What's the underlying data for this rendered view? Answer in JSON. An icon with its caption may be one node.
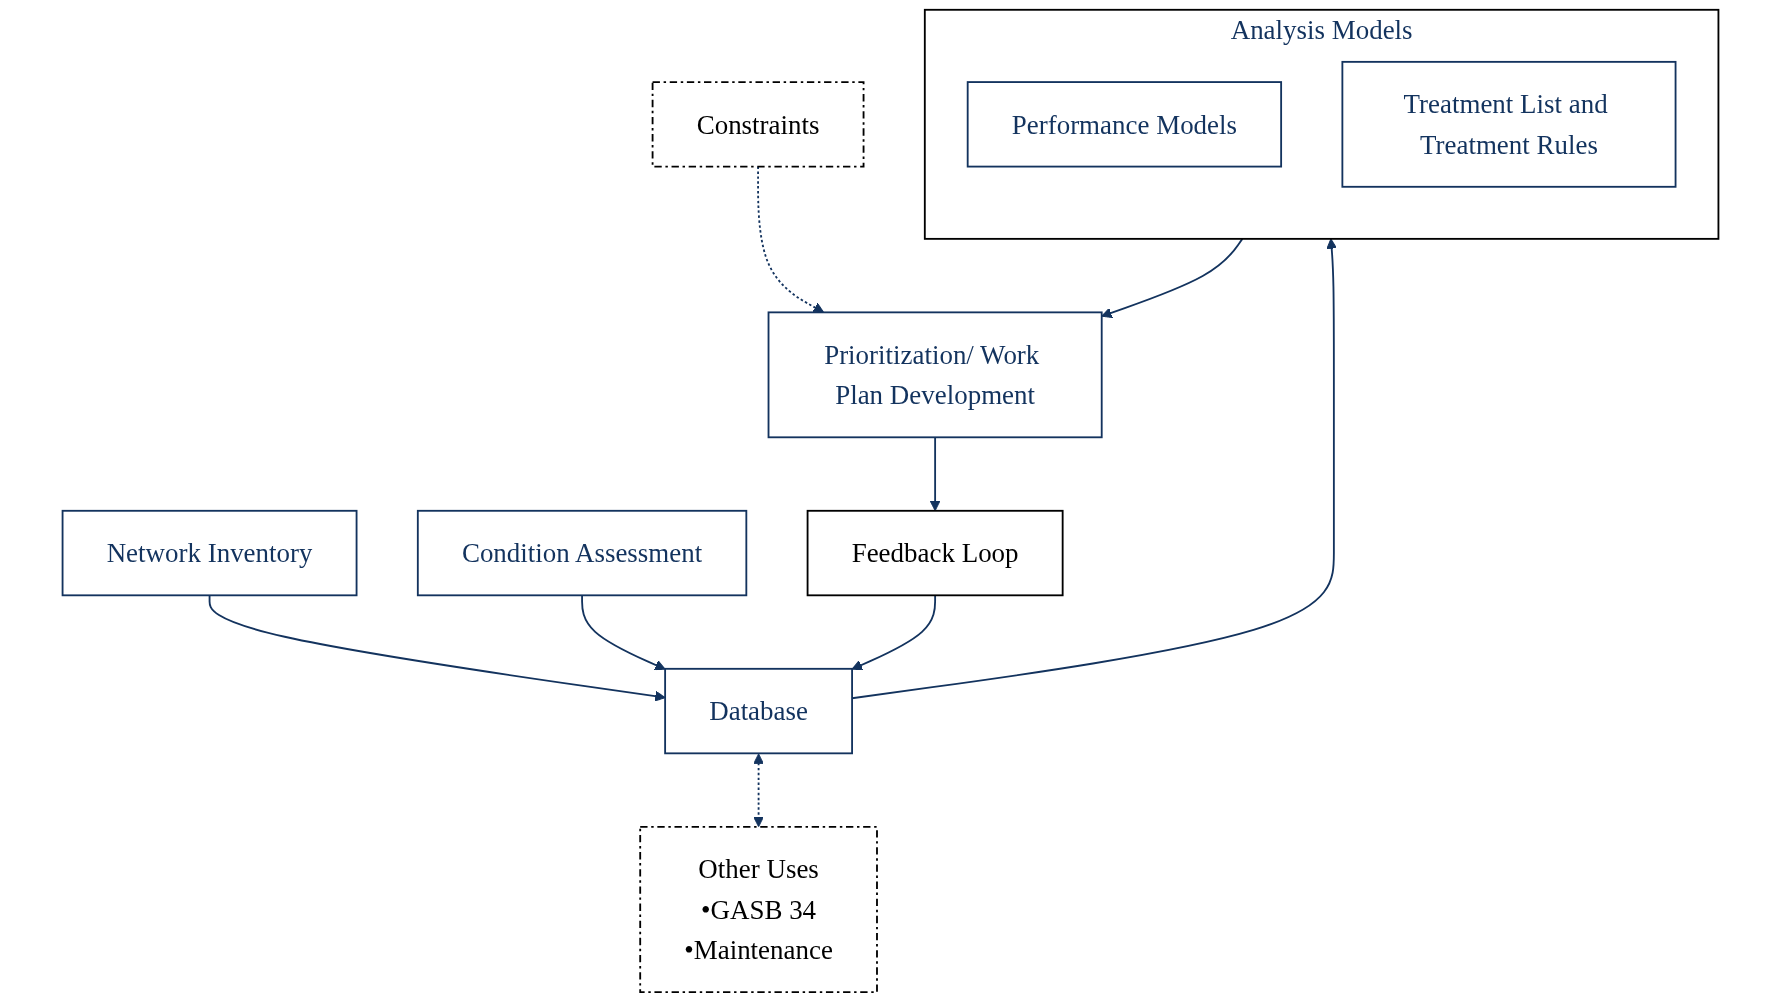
{
  "diagram": {
    "nodes": [
      {
        "text": [
          "Network Inventory"
        ]
      },
      {
        "text": [
          "Condition Assessment"
        ]
      },
      {
        "text": [
          "Database"
        ]
      },
      {
        "text": [
          "Other Uses",
          "•GASB 34",
          "•Maintenance"
        ]
      },
      {
        "text": [
          "Feedback Loop"
        ]
      },
      {
        "text": [
          "Analysis Models"
        ]
      },
      {
        "text": [
          "Performance Models"
        ],
        "in": 5
      },
      {
        "text": [
          "Treatment List and Treatment Rules"
        ],
        "in": 5
      },
      {
        "text": [
          "Prioritization/ Work Plan Development"
        ]
      },
      {
        "text": [
          "Constraints"
        ]
      }
    ],
    "edges": [
      {
        "from": 0,
        "to": 2,
        "arrow": "to"
      },
      {
        "from": 1,
        "to": 2,
        "arrow": "to"
      },
      {
        "from": 2,
        "to": 3,
        "arrow": "both",
        "style": "dashed"
      },
      {
        "from": 4,
        "to": 2,
        "arrow": "to"
      },
      {
        "from": 2,
        "to": 5,
        "arrow": "to"
      },
      {
        "from": 5,
        "to": 8,
        "arrow": "to"
      },
      {
        "from": 8,
        "to": 4,
        "arrow": "to"
      },
      {
        "from": 9,
        "to": 8,
        "arrow": "to",
        "style": "dashed"
      }
    ]
  }
}
